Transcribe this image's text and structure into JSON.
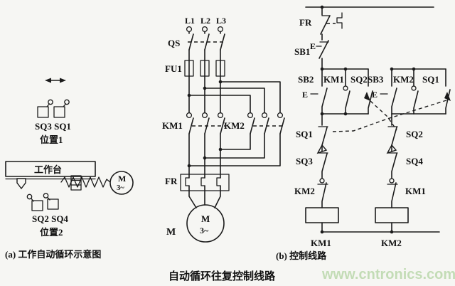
{
  "colors": {
    "ink": "#1b1b1b",
    "background": "#f6f6f3",
    "watermark_green": "#c3dcb6"
  },
  "panel_a": {
    "sq_top_label": "SQ3 SQ1",
    "position1_label": "位置1",
    "worktable_label": "工作台",
    "motor_letter": "M",
    "motor_phase": "3~",
    "sq_bottom_label": "SQ2 SQ4",
    "position2_label": "位置2",
    "caption": "(a) 工作自动循环示意图"
  },
  "power": {
    "l1": "L1",
    "l2": "L2",
    "l3": "L3",
    "qs_label": "QS",
    "fu1_label": "FU1",
    "km1_label": "KM1",
    "km2_label": "KM2",
    "fr_label": "FR",
    "motor_letter": "M",
    "motor_phase": "3~",
    "m_label": "M"
  },
  "control": {
    "fr_label": "FR",
    "sb1_label": "SB1",
    "e_symbol": "E",
    "sb2_label": "SB2",
    "km1_aux_label": "KM1",
    "sq2_no_label": "SQ2",
    "sb3_label": "SB3",
    "km2_aux_label": "KM2",
    "sq1_no_label": "SQ1",
    "sq1_nc_label": "SQ1",
    "sq3_nc_label": "SQ3",
    "km2_nc_label": "KM2",
    "sq2_nc_label": "SQ2",
    "sq4_nc_label": "SQ4",
    "km1_nc_label": "KM1",
    "coil1_label": "KM1",
    "coil2_label": "KM2",
    "caption": "(b) 控制线路"
  },
  "footer": {
    "title": "自动循环往复控制线路",
    "watermark": "www.cntronics.com"
  }
}
